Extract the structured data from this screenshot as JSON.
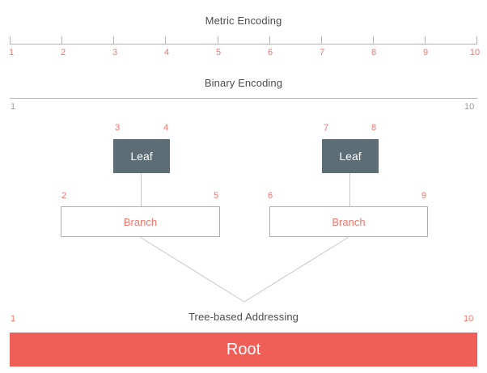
{
  "diagram": {
    "sections": {
      "metric": {
        "title": "Metric Encoding",
        "ticks": [
          "1",
          "2",
          "3",
          "4",
          "5",
          "6",
          "7",
          "8",
          "9",
          "10"
        ]
      },
      "binary": {
        "title": "Binary Encoding",
        "start_label": "1",
        "end_label": "10"
      },
      "tree": {
        "title": "Tree-based Addressing",
        "start_label": "1",
        "end_label": "10"
      }
    },
    "nodes": {
      "leaf_left": {
        "label": "Leaf",
        "start": "3",
        "end": "4"
      },
      "leaf_right": {
        "label": "Leaf",
        "start": "7",
        "end": "8"
      },
      "branch_left": {
        "label": "Branch",
        "start": "2",
        "end": "5"
      },
      "branch_right": {
        "label": "Branch",
        "start": "6",
        "end": "9"
      },
      "root": {
        "label": "Root",
        "start": "1",
        "end": "10"
      }
    },
    "colors": {
      "accent_red": "#f2766c",
      "root_red": "#f05f57",
      "leaf_slate": "#5d6d75",
      "rule_gray": "#b4b4b4",
      "title_gray": "#4d4d4d",
      "connector_gray": "#c9c9c9"
    }
  }
}
